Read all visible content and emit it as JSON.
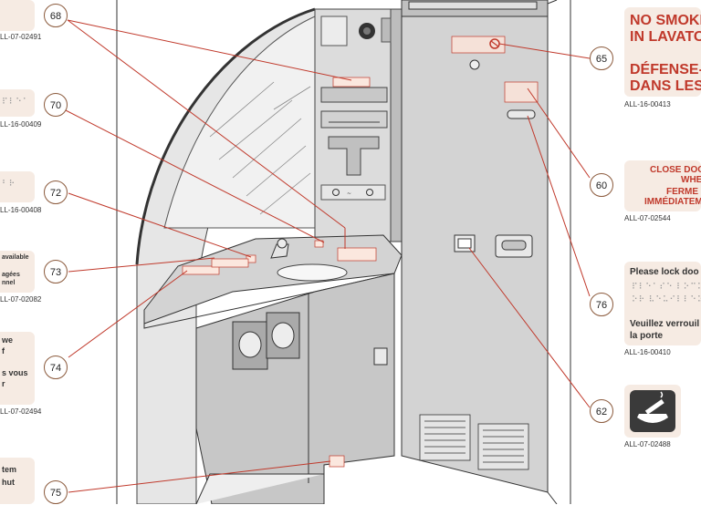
{
  "cards": {
    "smoking": {
      "lines": [
        "NO SMOKI",
        "IN LAVATO",
        "DÉFENSE-",
        "DANS LES"
      ],
      "code": "ALL-16-00413"
    },
    "close_door": {
      "lines": [
        "CLOSE DOO",
        "WHEN",
        "FERME",
        "IMMÉDIATEM"
      ],
      "code": "ALL-07-02544"
    },
    "lock_door": {
      "lines": [
        "Please lock doo",
        "Veuillez verrouil",
        "la porte"
      ],
      "code": "ALL-16-00410"
    },
    "icon_card": {
      "code": "ALL-07-02488"
    },
    "left_1": {
      "code": "LL-07-02491"
    },
    "left_2": {
      "code": "LL-16-00409"
    },
    "left_3": {
      "code": "LL-16-00408"
    },
    "left_4": {
      "lines": [
        "available",
        "agées",
        "nnel"
      ],
      "code": "LL-07-02082"
    },
    "left_5": {
      "lines": [
        "we",
        "f",
        "s vous",
        "r"
      ],
      "code": "LL-07-02494"
    },
    "left_6": {
      "lines": [
        "tem",
        "hut"
      ]
    }
  },
  "callouts": [
    "68",
    "70",
    "72",
    "73",
    "74",
    "75",
    "65",
    "60",
    "76",
    "62"
  ],
  "colors": {
    "card_bg": "#f6ebe3",
    "accent_red": "#c0392b",
    "leader": "#c0392b",
    "panel": "#d9d9d9",
    "cabinet": "#c4c4c4"
  }
}
